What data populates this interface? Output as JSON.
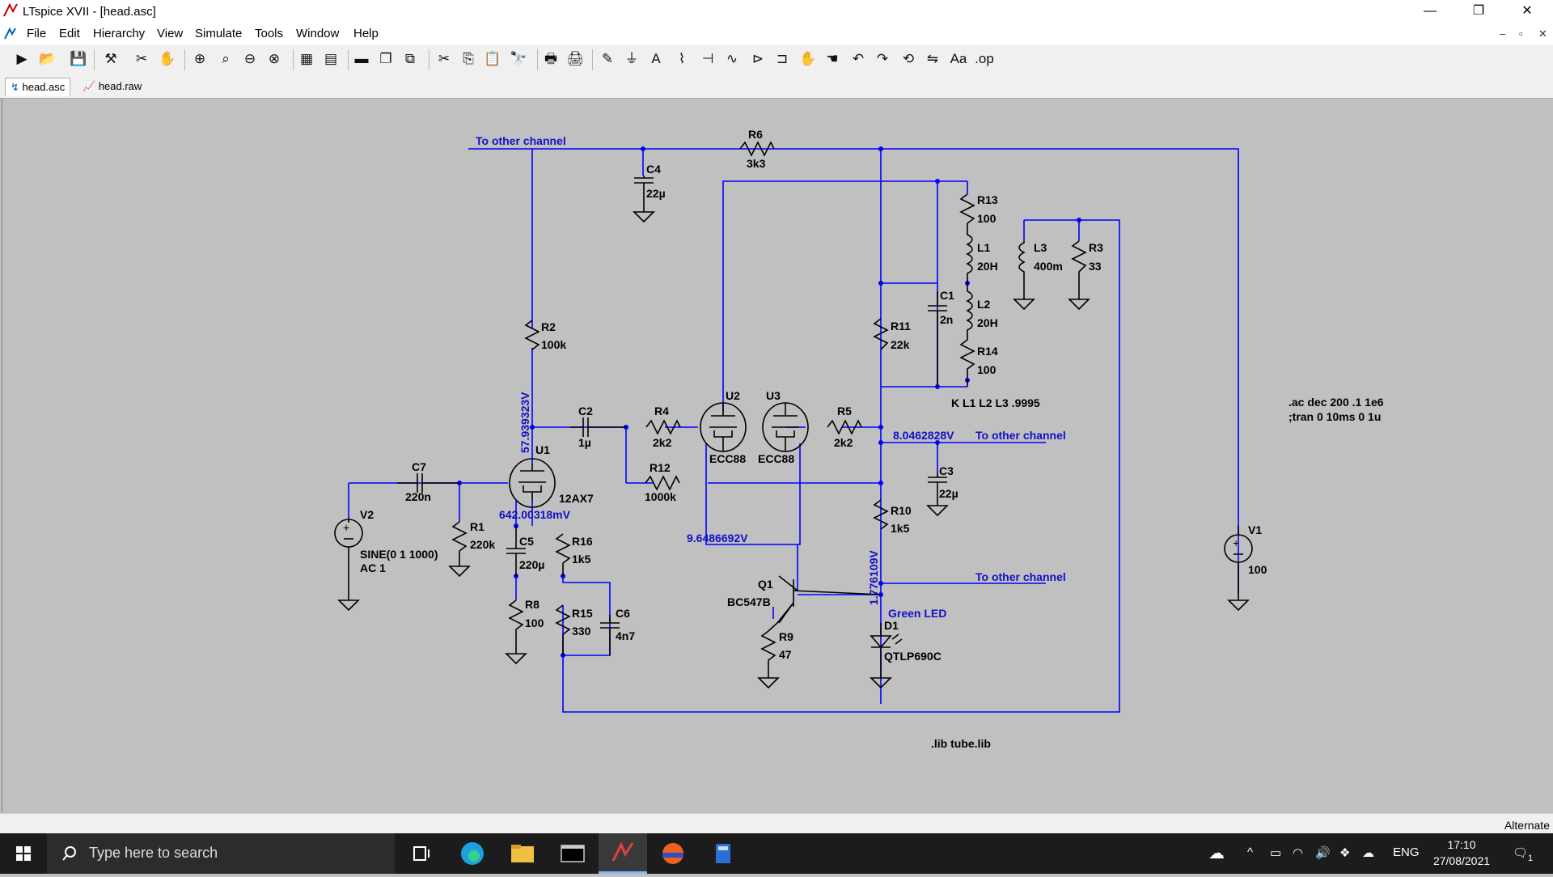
{
  "window": {
    "title": "LTspice XVII - [head.asc]",
    "minimize": "—",
    "maximize": "❐",
    "close": "✕"
  },
  "menu": {
    "items": [
      "File",
      "Edit",
      "Hierarchy",
      "View",
      "Simulate",
      "Tools",
      "Window",
      "Help"
    ]
  },
  "tabs": [
    {
      "label": "head.asc",
      "active": true
    },
    {
      "label": "head.raw",
      "active": false
    }
  ],
  "schematic": {
    "texts": {
      "net_top": "To other channel",
      "r6_name": "R6",
      "r6_val": "3k3",
      "c4_name": "C4",
      "c4_val": "22µ",
      "r13_name": "R13",
      "r13_val": "100",
      "l1_name": "L1",
      "l1_val": "20H",
      "l3_name": "L3",
      "l3_val": "400m",
      "r3_name": "R3",
      "r3_val": "33",
      "c1_name": "C1",
      "c1_val": "2n",
      "l2_name": "L2",
      "l2_val": "20H",
      "r11_name": "R11",
      "r11_val": "22k",
      "r14_name": "R14",
      "r14_val": "100",
      "r2_name": "R2",
      "r2_val": "100k",
      "coupling": "K L1 L2 L3 .9995",
      "u2_name": "U2",
      "u2_val": "ECC88",
      "u3_name": "U3",
      "u3_val": "ECC88",
      "c2_name": "C2",
      "c2_val": "1µ",
      "r4_name": "R4",
      "r4_val": "2k2",
      "r5_name": "R5",
      "r5_val": "2k2",
      "v_node1": "57.939323V",
      "v_node2": "8.0462828V",
      "net_mid": "To other channel",
      "u1_name": "U1",
      "u1_val": "12AX7",
      "c7_name": "C7",
      "c7_val": "220n",
      "r12_name": "R12",
      "r12_val": "1000k",
      "c3_name": "C3",
      "c3_val": "22µ",
      "v2_name": "V2",
      "v2_val1": "SINE(0 1 1000)",
      "v2_val2": "AC 1",
      "r1_name": "R1",
      "r1_val": "220k",
      "v_node3": "642.00318mV",
      "c5_name": "C5",
      "c5_val": "220µ",
      "r16_name": "R16",
      "r16_val": "1k5",
      "v_node4": "9.6486692V",
      "r10_name": "R10",
      "r10_val": "1k5",
      "v1_name": "V1",
      "v1_val": "100",
      "v_node5": "1.776109V",
      "net_low": "To other channel",
      "q1_name": "Q1",
      "q1_val": "BC547B",
      "r8_name": "R8",
      "r8_val": "100",
      "r15_name": "R15",
      "r15_val": "330",
      "c6_name": "C6",
      "c6_val": "4n7",
      "r9_name": "R9",
      "r9_val": "47",
      "d1_label": "Green LED",
      "d1_name": "D1",
      "d1_val": "QTLP690C",
      "directive1": ".ac dec 200 .1 1e6",
      "directive2": ";tran 0 10ms 0 1u",
      "lib": ".lib tube.lib"
    }
  },
  "status": {
    "text": "Alternate"
  },
  "taskbar": {
    "search_placeholder": "Type here to search",
    "lang": "ENG",
    "time": "17:10",
    "date": "27/08/2021",
    "notifications": "1"
  }
}
